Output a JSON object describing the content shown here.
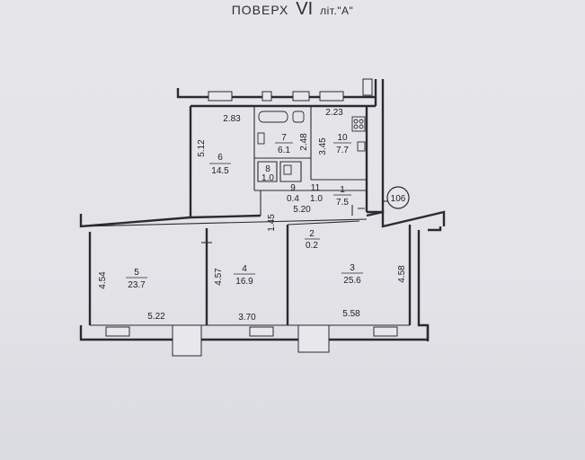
{
  "header": {
    "title_prefix": "ПОВЕРХ",
    "floor_number": "VI",
    "title_suffix": "літ.\"А\""
  },
  "rooms": [
    {
      "number": "1",
      "area": "7.5"
    },
    {
      "number": "2",
      "area": "0.2"
    },
    {
      "number": "3",
      "area": "25.6"
    },
    {
      "number": "4",
      "area": "16.9"
    },
    {
      "number": "5",
      "area": "23.7"
    },
    {
      "number": "6",
      "area": "14.5"
    },
    {
      "number": "7",
      "area": "6.1"
    },
    {
      "number": "8",
      "area": "1.0"
    },
    {
      "number": "9",
      "area": "0.4"
    },
    {
      "number": "10",
      "area": "7.7"
    },
    {
      "number": "11",
      "area": "1.0"
    }
  ],
  "dimensions": {
    "d_2_83": "2.83",
    "d_2_23": "2.23",
    "d_5_12": "5.12",
    "d_2_48": "2.48",
    "d_3_45": "3.45",
    "d_1_45": "1.45",
    "d_5_20": "5.20",
    "d_4_54": "4.54",
    "d_4_57": "4.57",
    "d_4_58": "4.58",
    "d_5_22": "5.22",
    "d_3_70": "3.70",
    "d_5_58": "5.58"
  },
  "apartment_tag": "106"
}
